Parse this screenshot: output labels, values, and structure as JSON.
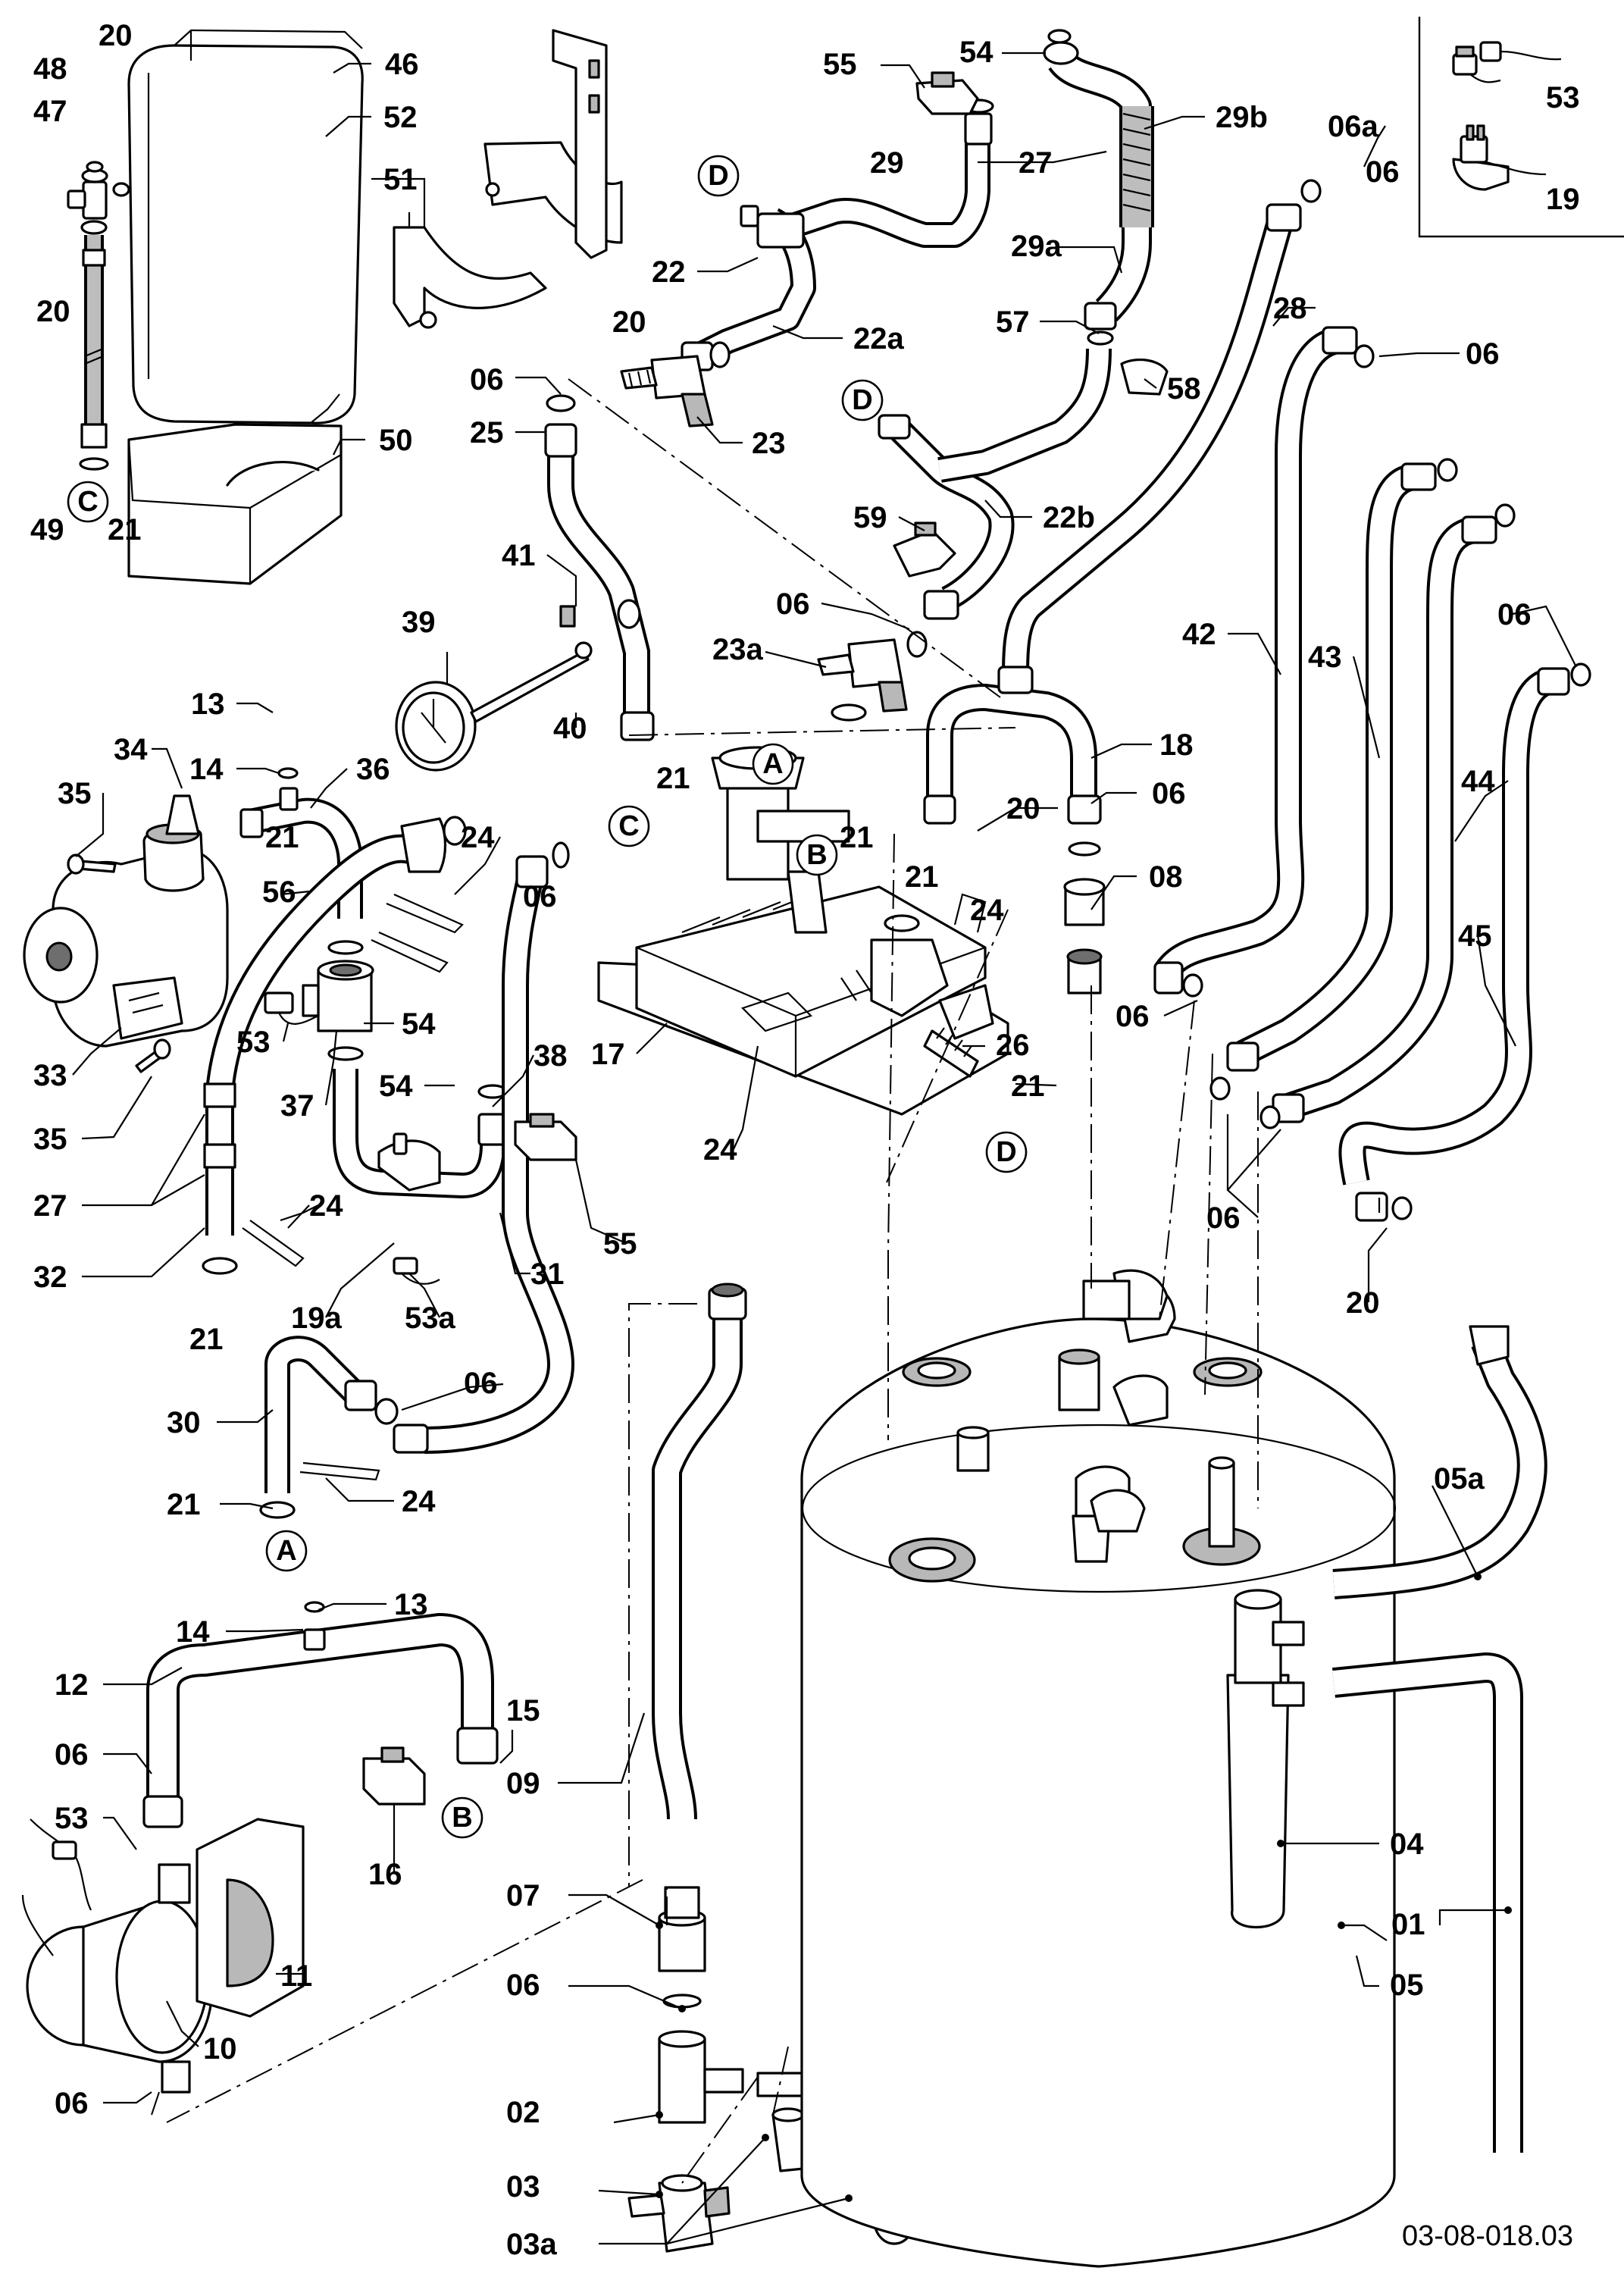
{
  "drawing_code": "03-08-018.03",
  "connectors": {
    "A": "A",
    "B": "B",
    "C": "C",
    "D": "D"
  },
  "labels": {
    "p01": "01",
    "p02": "02",
    "p03": "03",
    "p03a": "03a",
    "p04": "04",
    "p05": "05",
    "p05a": "05a",
    "p06": "06",
    "p06a": "06a",
    "p07": "07",
    "p08": "08",
    "p09": "09",
    "p10": "10",
    "p11": "11",
    "p12": "12",
    "p13": "13",
    "p14": "14",
    "p15": "15",
    "p16": "16",
    "p17": "17",
    "p18": "18",
    "p19": "19",
    "p19a": "19a",
    "p20": "20",
    "p21": "21",
    "p22": "22",
    "p22a": "22a",
    "p22b": "22b",
    "p23": "23",
    "p23a": "23a",
    "p24": "24",
    "p25": "25",
    "p26": "26",
    "p27": "27",
    "p28": "28",
    "p29": "29",
    "p29a": "29a",
    "p29b": "29b",
    "p30": "30",
    "p31": "31",
    "p32": "32",
    "p33": "33",
    "p34": "34",
    "p35": "35",
    "p36": "36",
    "p37": "37",
    "p38": "38",
    "p39": "39",
    "p40": "40",
    "p41": "41",
    "p42": "42",
    "p43": "43",
    "p44": "44",
    "p45": "45",
    "p46": "46",
    "p47": "47",
    "p48": "48",
    "p49": "49",
    "p50": "50",
    "p51": "51",
    "p52": "52",
    "p53": "53",
    "p53a": "53a",
    "p54": "54",
    "p55": "55",
    "p56": "56",
    "p57": "57",
    "p58": "58",
    "p59": "59"
  }
}
